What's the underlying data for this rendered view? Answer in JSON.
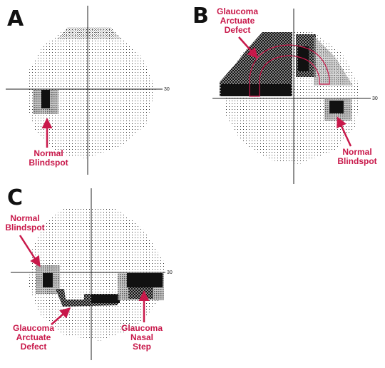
{
  "panels": [
    {
      "letter": "A",
      "scale": "30",
      "labels": [
        {
          "line1": "Normal",
          "line2": "Blindspot",
          "line3": ""
        }
      ]
    },
    {
      "letter": "B",
      "scale": "30",
      "labels": [
        {
          "line1": "Glaucoma",
          "line2": "Arctuate",
          "line3": "Defect"
        },
        {
          "line1": "Normal",
          "line2": "Blindspot",
          "line3": ""
        }
      ]
    },
    {
      "letter": "C",
      "scale": "30",
      "labels": [
        {
          "line1": "Normal",
          "line2": "Blindspot",
          "line3": ""
        },
        {
          "line1": "Glaucoma",
          "line2": "Arctuate",
          "line3": "Defect"
        },
        {
          "line1": "Glaucoma",
          "line2": "Nasal",
          "line3": "Step"
        }
      ]
    }
  ],
  "colors": {
    "annotation": "#c8184a",
    "defect_dense": "#111111",
    "defect_mid": "#777777",
    "dots": "#333333"
  }
}
